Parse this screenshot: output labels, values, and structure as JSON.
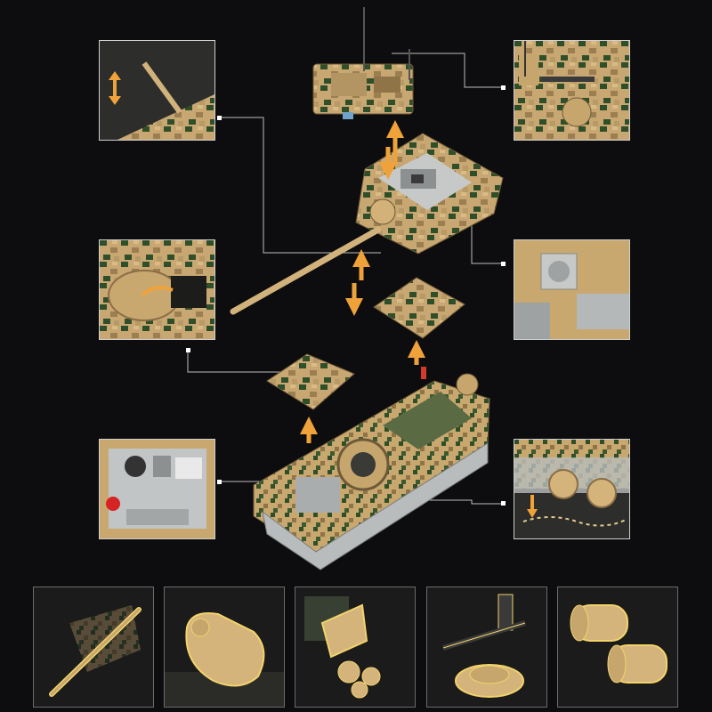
{
  "colors": {
    "background": "#0d0d0f",
    "panel_border": "#cfcfcf",
    "callout_line": "#bdbdbd",
    "tan_brick": "#c8a772",
    "dark_tan_brick": "#9c7f50",
    "green_brick": "#2f4f2a",
    "light_gray_brick": "#bfc2c2",
    "arrow_orange": "#f0a23a",
    "highlight_yellow": "#f2d36b"
  },
  "detail_panels": [
    {
      "id": "gun-elevation",
      "icon": "up-down-arrow-icon"
    },
    {
      "id": "turret-roof-machine-gun"
    },
    {
      "id": "hatch-rotation",
      "icon": "rotate-arrow-icon"
    },
    {
      "id": "turret-interior-breech"
    },
    {
      "id": "crew-compartment"
    },
    {
      "id": "hull-side-wheels",
      "icon": "down-arrow-icon"
    }
  ],
  "thumbnails": [
    {
      "id": "gun-barrel"
    },
    {
      "id": "hatch-plate"
    },
    {
      "id": "engine-part"
    },
    {
      "id": "machine-gun-cupola"
    },
    {
      "id": "fuel-drums"
    }
  ]
}
